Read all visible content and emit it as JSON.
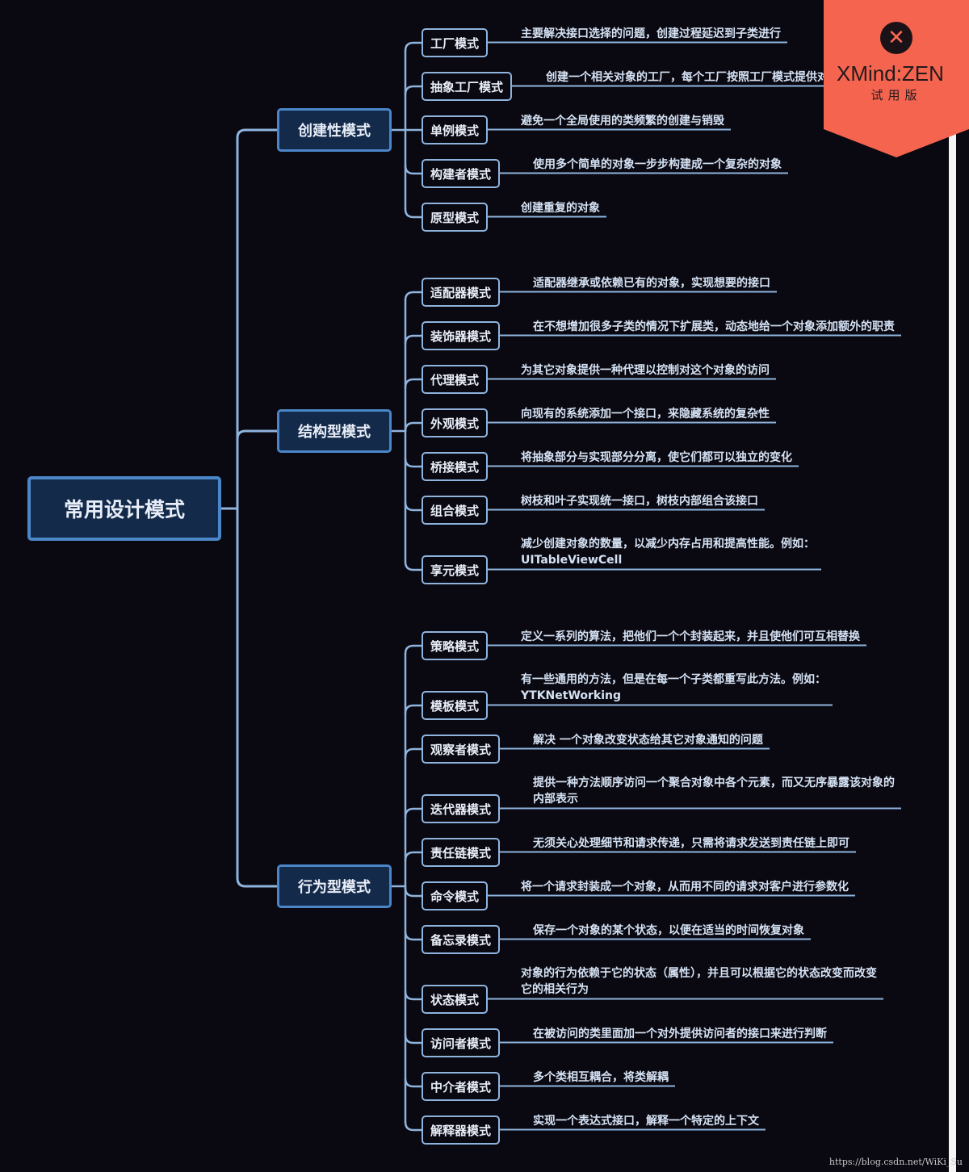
{
  "root": {
    "label": "常用设计模式"
  },
  "categories": [
    {
      "label": "创建性模式",
      "items": [
        {
          "name": "工厂模式",
          "desc": "主要解决接口选择的问题，创建过程延迟到子类进行"
        },
        {
          "name": "抽象工厂模式",
          "desc": "创建一个相关对象的工厂，每个工厂按照工厂模式提供对象"
        },
        {
          "name": "单例模式",
          "desc": "避免一个全局使用的类频繁的创建与销毁"
        },
        {
          "name": "构建者模式",
          "desc": "使用多个简单的对象一步步构建成一个复杂的对象"
        },
        {
          "name": "原型模式",
          "desc": "创建重复的对象"
        }
      ]
    },
    {
      "label": "结构型模式",
      "items": [
        {
          "name": "适配器模式",
          "desc": "适配器继承或依赖已有的对象，实现想要的接口"
        },
        {
          "name": "装饰器模式",
          "desc": "在不想增加很多子类的情况下扩展类，动态地给一个对象添加额外的职责"
        },
        {
          "name": "代理模式",
          "desc": "为其它对象提供一种代理以控制对这个对象的访问"
        },
        {
          "name": "外观模式",
          "desc": "向现有的系统添加一个接口，来隐藏系统的复杂性"
        },
        {
          "name": "桥接模式",
          "desc": "将抽象部分与实现部分分离，使它们都可以独立的变化"
        },
        {
          "name": "组合模式",
          "desc": "树枝和叶子实现统一接口，树枝内部组合该接口"
        },
        {
          "name": "享元模式",
          "desc": "减少创建对象的数量，以减少内存占用和提高性能。例如：",
          "desc2": "UITableViewCell"
        }
      ]
    },
    {
      "label": "行为型模式",
      "items": [
        {
          "name": "策略模式",
          "desc": "定义一系列的算法，把他们一个个封装起来，并且使他们可互相替换"
        },
        {
          "name": "模板模式",
          "desc": "有一些通用的方法，但是在每一个子类都重写此方法。例如：",
          "desc2": "YTKNetWorking"
        },
        {
          "name": "观察者模式",
          "desc": "解决 一个对象改变状态给其它对象通知的问题"
        },
        {
          "name": "迭代器模式",
          "desc": "提供一种方法顺序访问一个聚合对象中各个元素，而又无序暴露该对象的",
          "desc2": "内部表示"
        },
        {
          "name": "责任链模式",
          "desc": "无须关心处理细节和请求传递，只需将请求发送到责任链上即可"
        },
        {
          "name": "命令模式",
          "desc": "将一个请求封装成一个对象，从而用不同的请求对客户进行参数化"
        },
        {
          "name": "备忘录模式",
          "desc": "保存一个对象的某个状态，以便在适当的时间恢复对象"
        },
        {
          "name": "状态模式",
          "desc": "对象的行为依赖于它的状态（属性），并且可以根据它的状态改变而改变",
          "desc2": "它的相关行为"
        },
        {
          "name": "访问者模式",
          "desc": "在被访问的类里面加一个对外提供访问者的接口来进行判断"
        },
        {
          "name": "中介者模式",
          "desc": "多个类相互耦合，将类解耦"
        },
        {
          "name": "解释器模式",
          "desc": "实现一个表达式接口，解释一个特定的上下文"
        }
      ]
    }
  ],
  "watermark": {
    "title": "XMind:ZEN",
    "subtitle": "试用版",
    "icon": "close-icon"
  },
  "credit": "https://blog.csdn.net/WiKi_Su",
  "colors": {
    "background": "#0a0810",
    "link": "#8eb4de",
    "accent": "#4a86c8",
    "watermark": "#f4644f"
  }
}
